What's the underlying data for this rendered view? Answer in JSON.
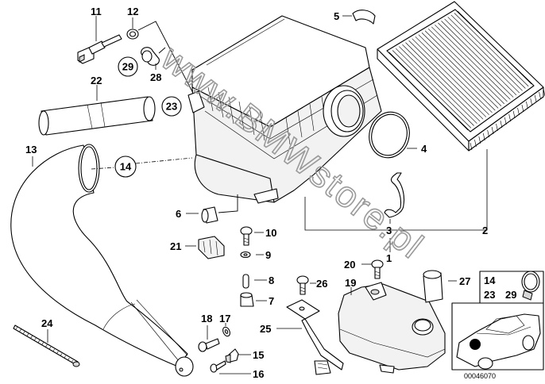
{
  "diagram": {
    "title": "Air intake silencer / filter cartridge parts diagram",
    "watermark": "www.BMWstore.pl",
    "document_number": "00046070",
    "labels": {
      "p1": "1",
      "p2": "2",
      "p3": "3",
      "p4": "4",
      "p5": "5",
      "p6": "6",
      "p7": "7",
      "p8": "8",
      "p9": "9",
      "p10": "10",
      "p11": "11",
      "p12": "12",
      "p13": "13",
      "p14": "14",
      "p15": "15",
      "p16": "16",
      "p17": "17",
      "p18": "18",
      "p19": "19",
      "p20": "20",
      "p21": "21",
      "p22": "22",
      "p23": "23",
      "p24": "24",
      "p25": "25",
      "p26": "26",
      "p27": "27",
      "p28": "28",
      "p29": "29"
    },
    "inset": {
      "labels": [
        "14",
        "23",
        "29"
      ],
      "location_marker": "engine-bay marker on car silhouette"
    }
  }
}
